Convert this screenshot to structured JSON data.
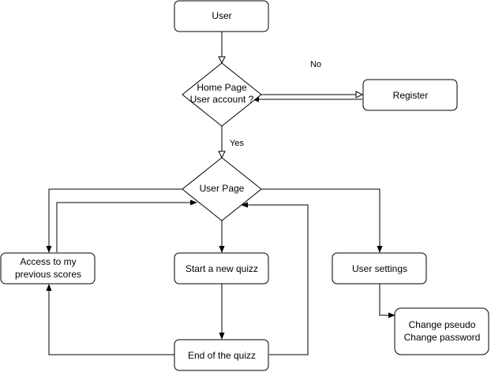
{
  "colors": {
    "stroke": "#000000",
    "fill": "#ffffff",
    "text": "#000000"
  },
  "nodes": {
    "user": {
      "label": "User"
    },
    "home_decision": {
      "label_line1": "Home Page",
      "label_line2": "User account ?"
    },
    "register": {
      "label": "Register"
    },
    "user_page": {
      "label": "User Page"
    },
    "previous_scores": {
      "label_line1": "Access to my",
      "label_line2": "previous scores"
    },
    "new_quiz": {
      "label": "Start a new quizz"
    },
    "user_settings": {
      "label": "User settings"
    },
    "end_quiz": {
      "label": "End of the quizz"
    },
    "change": {
      "label_line1": "Change pseudo",
      "label_line2": "Change password"
    }
  },
  "edges": {
    "no_label": "No",
    "yes_label": "Yes"
  }
}
